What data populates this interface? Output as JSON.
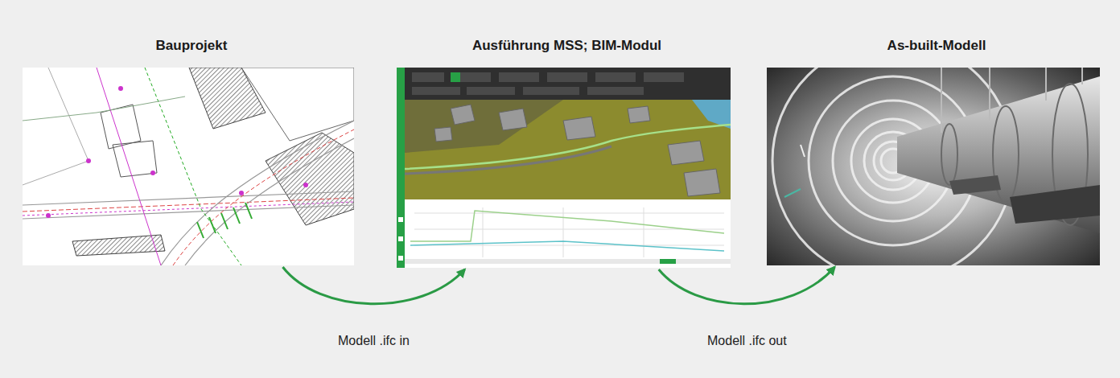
{
  "diagram": {
    "nodes": [
      {
        "text": [
          "Bauprojekt"
        ]
      },
      {
        "text": [
          "Ausführung MSS; BIM-Modul"
        ]
      },
      {
        "text": [
          "As-built-Modell"
        ]
      }
    ],
    "edges": [
      {
        "from": 0,
        "to": 1,
        "arrow": "to",
        "label": "Modell .ifc in"
      },
      {
        "from": 1,
        "to": 2,
        "arrow": "to",
        "label": "Modell .ifc out"
      }
    ]
  }
}
